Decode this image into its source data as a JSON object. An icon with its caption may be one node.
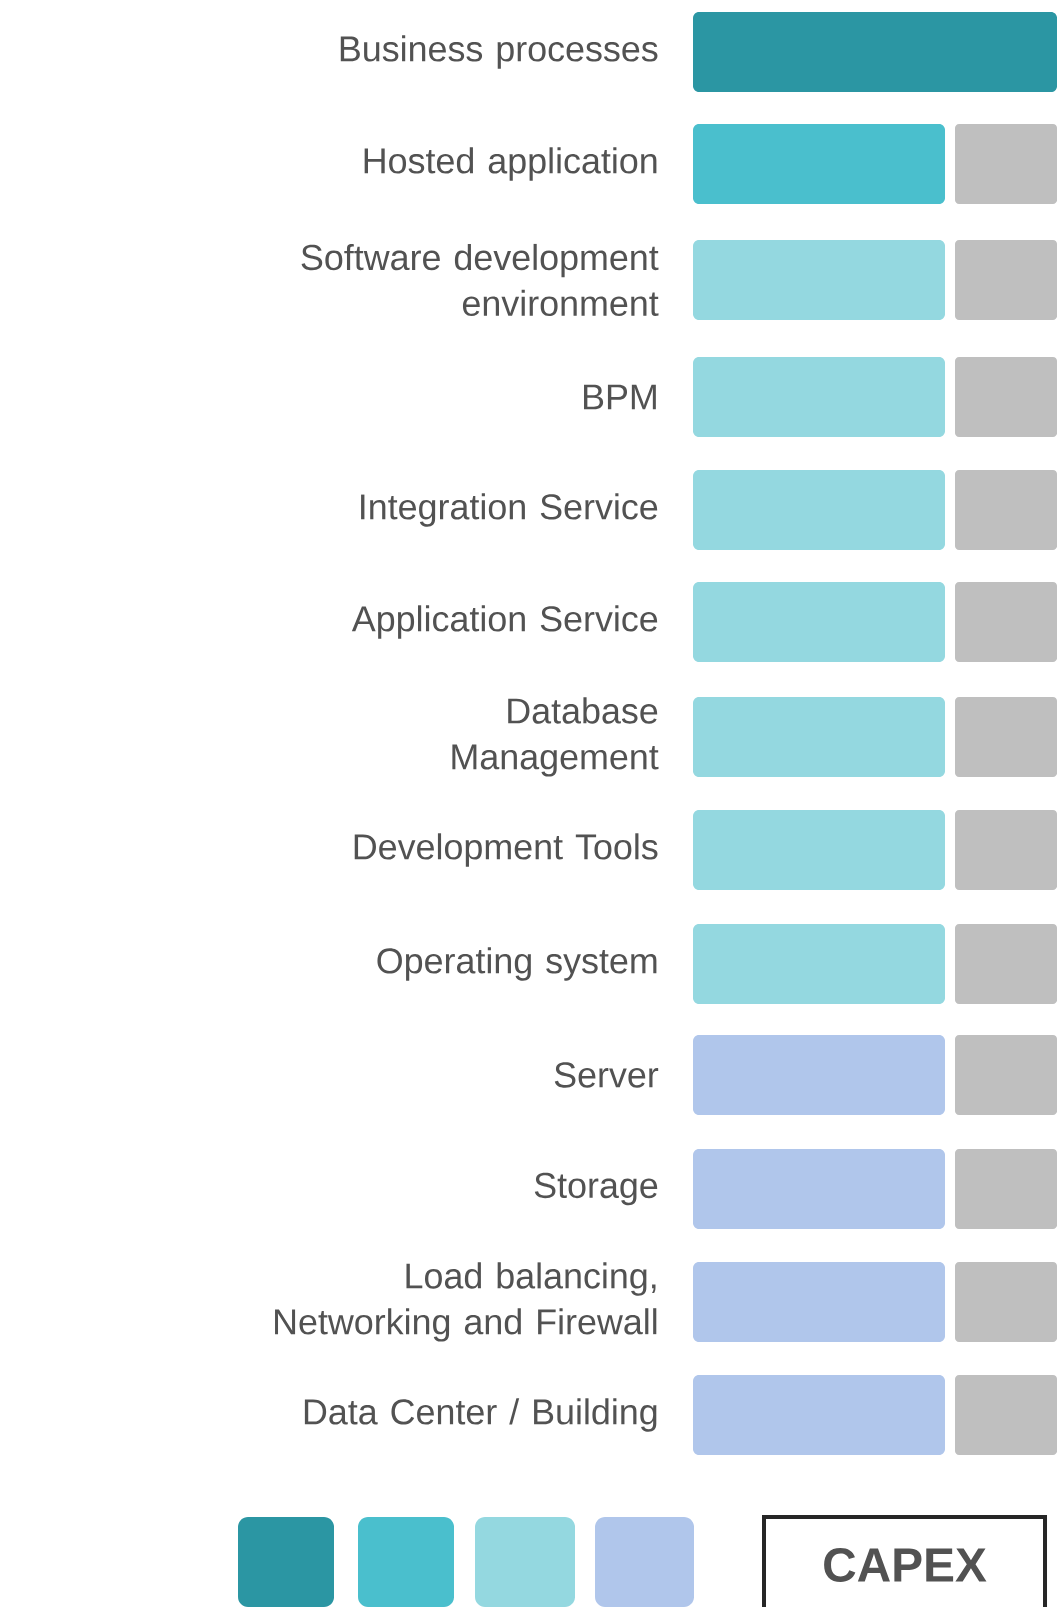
{
  "diagram": {
    "nodes": [
      {
        "text": [
          "Business processes"
        ]
      },
      {
        "text": [
          "Hosted application"
        ]
      },
      {
        "text": [],
        "shape": "bar"
      },
      {
        "text": [
          "Software development environment"
        ]
      },
      {
        "text": [],
        "shape": "bar"
      },
      {
        "text": [
          "BPM"
        ]
      },
      {
        "text": [],
        "shape": "bar"
      },
      {
        "text": [
          "Integration Service"
        ]
      },
      {
        "text": [],
        "shape": "bar"
      },
      {
        "text": [
          "Application Service"
        ]
      },
      {
        "text": [],
        "shape": "bar"
      },
      {
        "text": [
          "Database Management"
        ]
      },
      {
        "text": [],
        "shape": "bar"
      },
      {
        "text": [
          "Development Tools"
        ]
      },
      {
        "text": [],
        "shape": "bar"
      },
      {
        "text": [
          "Operating system"
        ]
      },
      {
        "text": [],
        "shape": "bar"
      },
      {
        "text": [
          "Server"
        ]
      },
      {
        "text": [],
        "shape": "bar"
      },
      {
        "text": [
          "Storage"
        ]
      },
      {
        "text": [],
        "shape": "bar"
      },
      {
        "text": [
          "Load balancing, Networking and Firewall"
        ]
      },
      {
        "text": [],
        "shape": "bar"
      },
      {
        "text": [
          "Data Center / Building"
        ]
      },
      {
        "text": [],
        "shape": "bar"
      },
      {
        "text": [],
        "shape": "box"
      },
      {
        "text": [],
        "shape": "box"
      },
      {
        "text": [],
        "shape": "box"
      },
      {
        "text": [],
        "shape": "box"
      },
      {
        "text": [
          "CAPEX"
        ]
      }
    ]
  }
}
